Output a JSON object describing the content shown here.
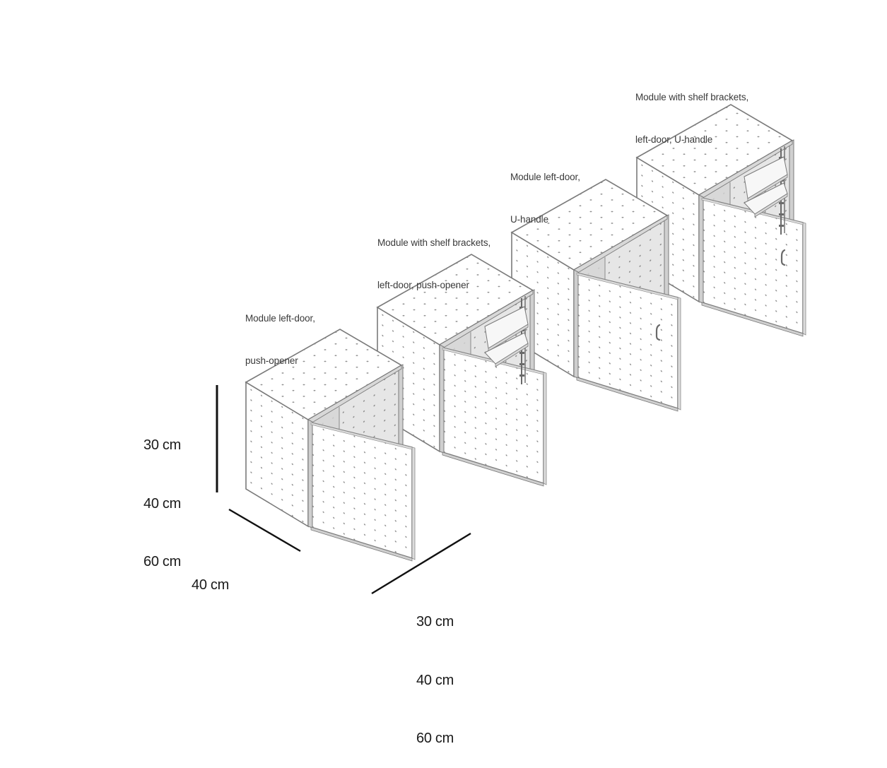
{
  "modules": [
    {
      "id": 1,
      "label_line1": "Module left-door,",
      "label_line2": "push-opener",
      "shelf_brackets": false,
      "handle": "push-opener"
    },
    {
      "id": 2,
      "label_line1": "Module with shelf brackets,",
      "label_line2": "left-door, push-opener",
      "shelf_brackets": true,
      "handle": "push-opener"
    },
    {
      "id": 3,
      "label_line1": "Module left-door,",
      "label_line2": "U-handle",
      "shelf_brackets": false,
      "handle": "U-handle"
    },
    {
      "id": 4,
      "label_line1": "Module with shelf brackets,",
      "label_line2": "left-door, U-handle",
      "shelf_brackets": true,
      "handle": "U-handle"
    }
  ],
  "dimensions": {
    "height": {
      "options": [
        "30 cm",
        "40 cm",
        "60 cm"
      ]
    },
    "depth": {
      "value": "40 cm"
    },
    "width": {
      "options": [
        "30 cm",
        "40 cm",
        "60 cm"
      ]
    }
  },
  "colors": {
    "outline": "#7a7a7a",
    "interior_shade": "#e6e6e6",
    "dot": "#8a8a8a",
    "dimension_line": "#111111",
    "label_text": "#3a3a3a"
  }
}
